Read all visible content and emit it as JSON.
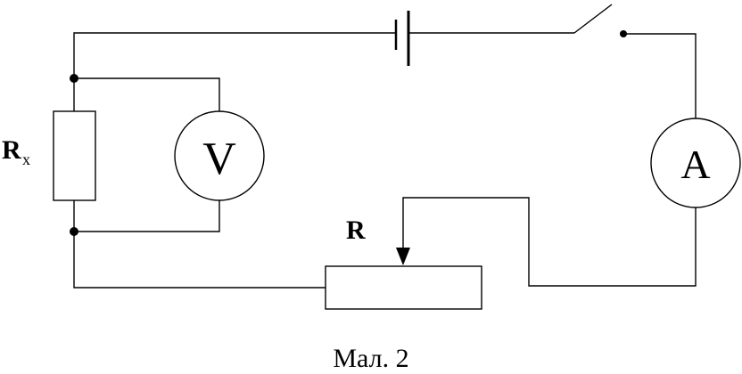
{
  "labels": {
    "resistor_x": "R",
    "resistor_x_sub": "x",
    "voltmeter": "V",
    "ammeter": "A",
    "rheostat": "R",
    "caption": "Мал. 2"
  }
}
